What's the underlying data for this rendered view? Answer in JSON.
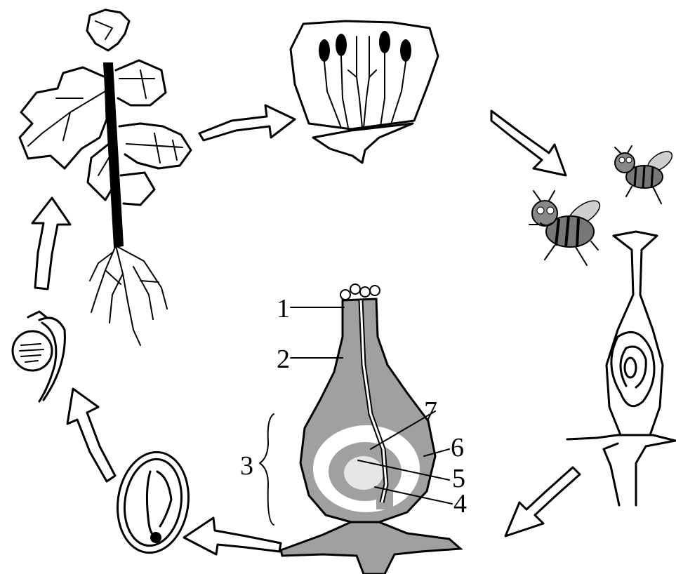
{
  "labels": {
    "l1": "1",
    "l2": "2",
    "l3": "3",
    "l4": "4",
    "l5": "5",
    "l6": "6",
    "l7": "7"
  },
  "colors": {
    "ink": "#000000",
    "ovary_fill": "#a0a0a0",
    "ovule_fill": "#e6e6e6",
    "bee_body": "#777777",
    "bee_wing": "#cfcfcf"
  }
}
